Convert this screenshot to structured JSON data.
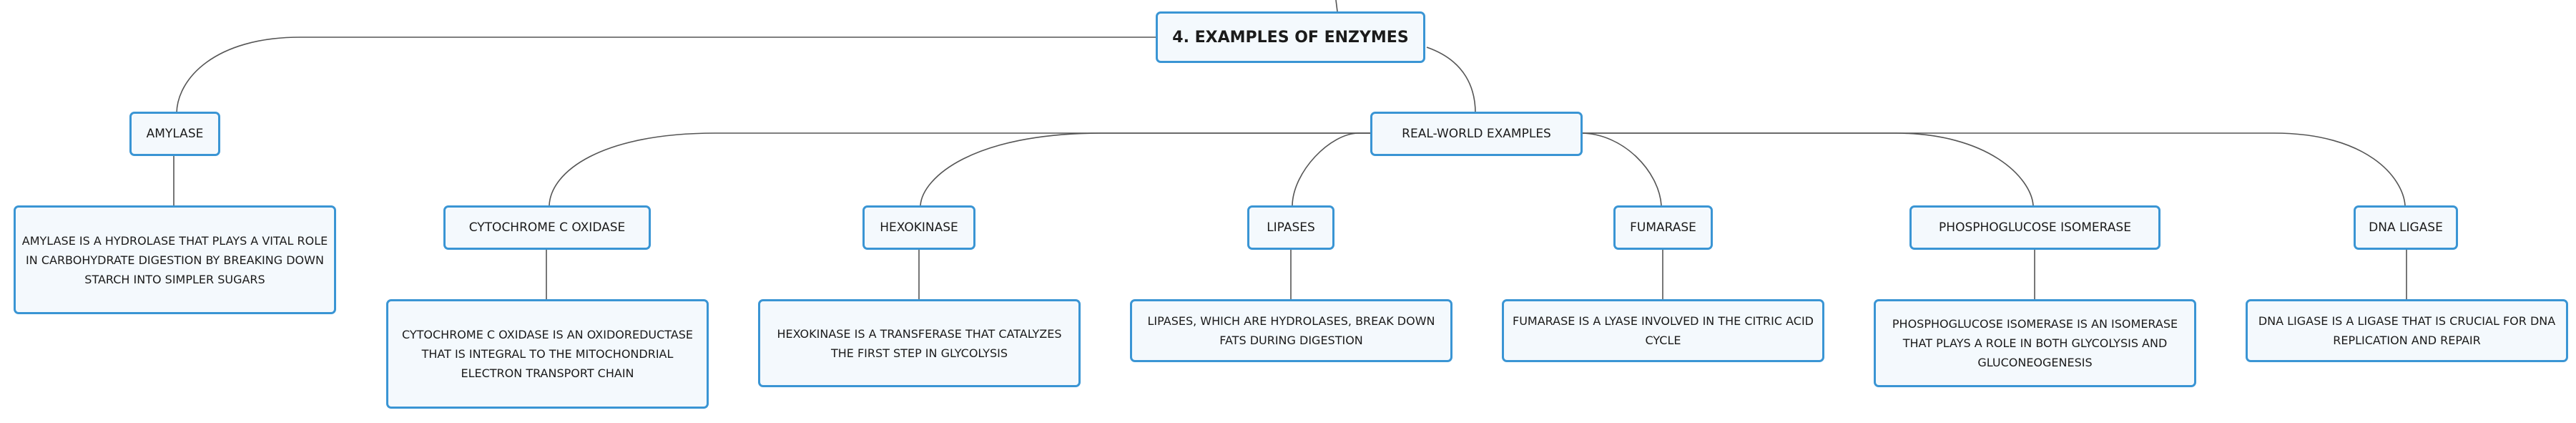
{
  "diagram": {
    "root": {
      "label": "4. EXAMPLES OF ENZYMES"
    },
    "amylase": {
      "label": "AMYLASE",
      "description": "AMYLASE IS A HYDROLASE THAT PLAYS A VITAL ROLE IN CARBOHYDRATE DIGESTION BY BREAKING DOWN STARCH INTO SIMPLER SUGARS"
    },
    "real_world": {
      "label": "REAL-WORLD EXAMPLES"
    },
    "examples": [
      {
        "label": "CYTOCHROME C OXIDASE",
        "description": "CYTOCHROME C OXIDASE IS AN OXIDOREDUCTASE THAT IS INTEGRAL TO THE MITOCHONDRIAL ELECTRON TRANSPORT CHAIN"
      },
      {
        "label": "HEXOKINASE",
        "description": "HEXOKINASE IS A TRANSFERASE THAT CATALYZES THE FIRST STEP IN GLYCOLYSIS"
      },
      {
        "label": "LIPASES",
        "description": "LIPASES, WHICH ARE HYDROLASES, BREAK DOWN FATS DURING DIGESTION"
      },
      {
        "label": "FUMARASE",
        "description": "FUMARASE IS A LYASE INVOLVED IN THE CITRIC ACID CYCLE"
      },
      {
        "label": "PHOSPHOGLUCOSE ISOMERASE",
        "description": "PHOSPHOGLUCOSE ISOMERASE IS AN ISOMERASE THAT PLAYS A ROLE IN BOTH GLYCOLYSIS AND GLUCONEOGENESIS"
      },
      {
        "label": "DNA LIGASE",
        "description": "DNA LIGASE IS A LIGASE THAT IS CRUCIAL FOR DNA REPLICATION AND REPAIR"
      }
    ]
  },
  "colors": {
    "node_border": "#3a95d4",
    "node_fill": "#f4f9fd",
    "connector": "#555555",
    "text": "#1b1b1b"
  }
}
